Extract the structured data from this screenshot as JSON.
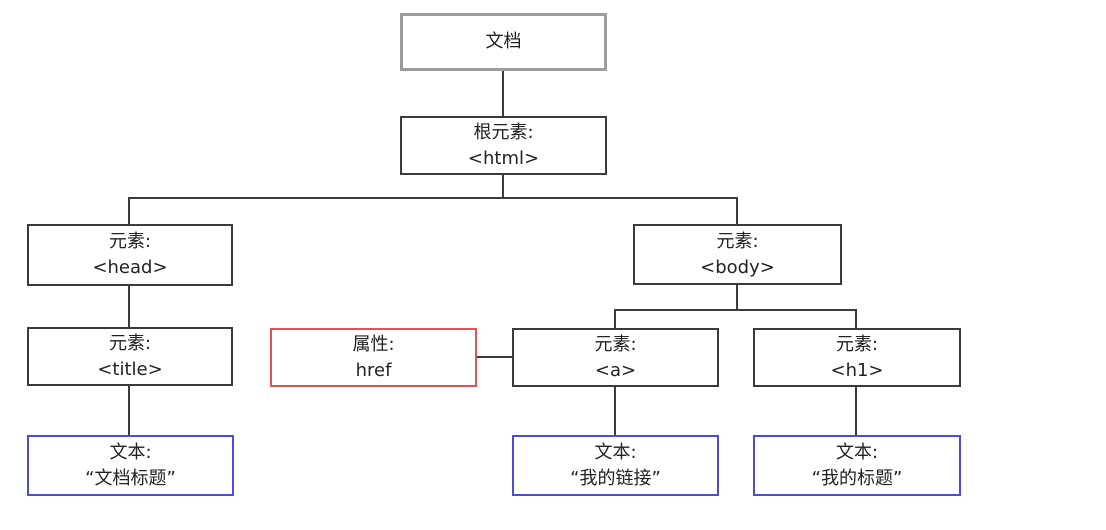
{
  "nodes": {
    "document": {
      "line1": "文档",
      "line2": ""
    },
    "html": {
      "line1": "根元素:",
      "line2": "<html>"
    },
    "head": {
      "line1": "元素:",
      "line2": "<head>"
    },
    "body": {
      "line1": "元素:",
      "line2": "<body>"
    },
    "title": {
      "line1": "元素:",
      "line2": "<title>"
    },
    "href": {
      "line1": "属性:",
      "line2": "href"
    },
    "a": {
      "line1": "元素:",
      "line2": "<a>"
    },
    "h1": {
      "line1": "元素:",
      "line2": "<h1>"
    },
    "text_title": {
      "line1": "文本:",
      "line2": "“文档标题”"
    },
    "text_link": {
      "line1": "文本:",
      "line2": "“我的链接”"
    },
    "text_h1": {
      "line1": "文本:",
      "line2": "“我的标题”"
    }
  },
  "colors": {
    "document_border": "#9c9c9c",
    "element_border": "#3b3b3b",
    "attribute_border": "#e05352",
    "text_border": "#4b4be4",
    "connector": "#3b3b3b",
    "text": "#222222",
    "bg": "#ffffff"
  }
}
